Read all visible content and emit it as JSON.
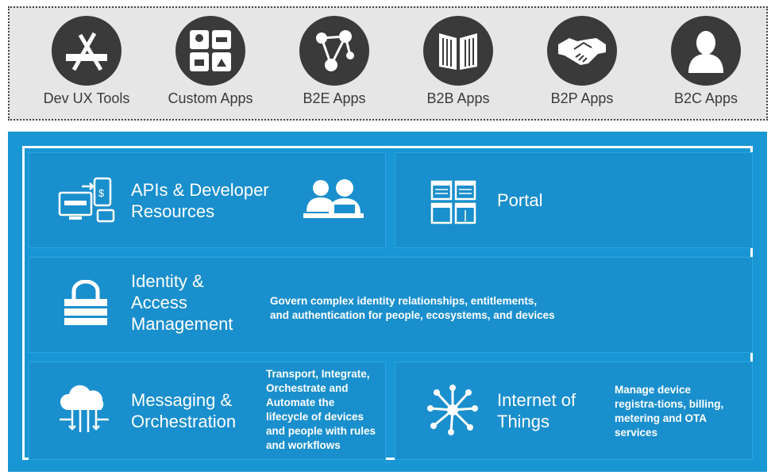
{
  "apps": [
    {
      "label": "Dev UX Tools",
      "icon": "dev-tools-icon"
    },
    {
      "label": "Custom Apps",
      "icon": "custom-apps-icon"
    },
    {
      "label": "B2E Apps",
      "icon": "network-icon"
    },
    {
      "label": "B2B Apps",
      "icon": "buildings-icon"
    },
    {
      "label": "B2P Apps",
      "icon": "handshake-icon"
    },
    {
      "label": "B2C Apps",
      "icon": "person-icon"
    }
  ],
  "blocks": {
    "apis": {
      "title_line1": "APIs & Developer",
      "title_line2": "Resources"
    },
    "portal": {
      "title": "Portal"
    },
    "iam": {
      "title_line1": "Identity &",
      "title_line2": "Access",
      "title_line3": "Management",
      "desc_line1": "Govern complex identity relationships, entitlements,",
      "desc_line2": "and authentication for people, ecosystems, and devices"
    },
    "messaging": {
      "title_line1": "Messaging &",
      "title_line2": "Orchestration",
      "desc_lines": [
        "Transport, Integrate,",
        "Orchestrate and",
        "Automate the",
        "lifecycle of devices",
        "and people with rules",
        "and workflows"
      ]
    },
    "iot": {
      "title_line1": "Internet of",
      "title_line2": "Things",
      "desc_lines": [
        "Manage device",
        "registra-tions, billing,",
        "metering and OTA",
        "services"
      ]
    }
  },
  "colors": {
    "panel": "#e6e6e6",
    "icon_circle": "#3a3a3a",
    "stack_bg": "#1897d4",
    "box": "#1a8fcd"
  }
}
